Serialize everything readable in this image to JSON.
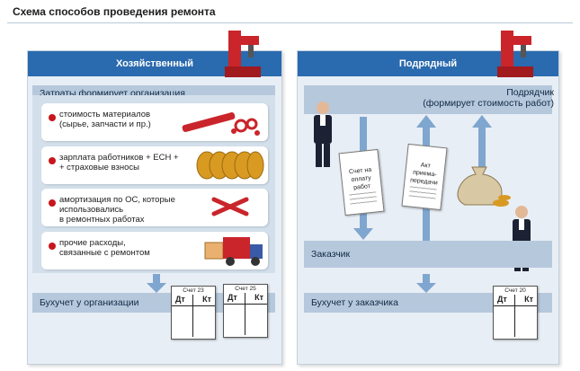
{
  "title": "Схема способов проведения ремонта",
  "left": {
    "header": "Хозяйственный",
    "costs_label": "Затраты формирует организация",
    "items": [
      {
        "text": "стоимость материалов\n(сырье, запчасти и пр.)"
      },
      {
        "text": "зарплата работников + ЕСН +\n+ страховые взносы"
      },
      {
        "text": "амортизация по ОС, которые\nиспользовались\nв ремонтных работах"
      },
      {
        "text": "прочие расходы,\nсвязанные с ремонтом"
      }
    ],
    "accounting_label": "Бухучет у организации",
    "ledgers": [
      {
        "account": "Счет 23",
        "debit": "Дт",
        "credit": "Кт"
      },
      {
        "account": "Счет 25",
        "debit": "Дт",
        "credit": "Кт"
      }
    ]
  },
  "right": {
    "header": "Подрядный",
    "contractor_label": "Подрядчик\n(формирует стоимость работ)",
    "docs": [
      {
        "text": "Счет на\nоплату\nработ"
      },
      {
        "text": "Акт\nприема-\nпередачи\nработ"
      }
    ],
    "customer_label": "Заказчик",
    "accounting_label": "Бухучет у заказчика",
    "ledger": {
      "account": "Счет 20",
      "debit": "Дт",
      "credit": "Кт"
    }
  },
  "icons": {
    "machine": "milling-machine-icon",
    "materials": "pipe-parts-icon",
    "salary": "coins-icon",
    "depreciation": "wrench-icon",
    "other": "truck-icon",
    "contractor": "businessman-icon",
    "customer": "businessman-icon",
    "payment": "money-bag-icon"
  },
  "colors": {
    "header_blue": "#2a6aae",
    "bar_blue": "#b6c8dc",
    "arrow_blue": "#7fa6cf",
    "bullet_red": "#c8161d"
  }
}
